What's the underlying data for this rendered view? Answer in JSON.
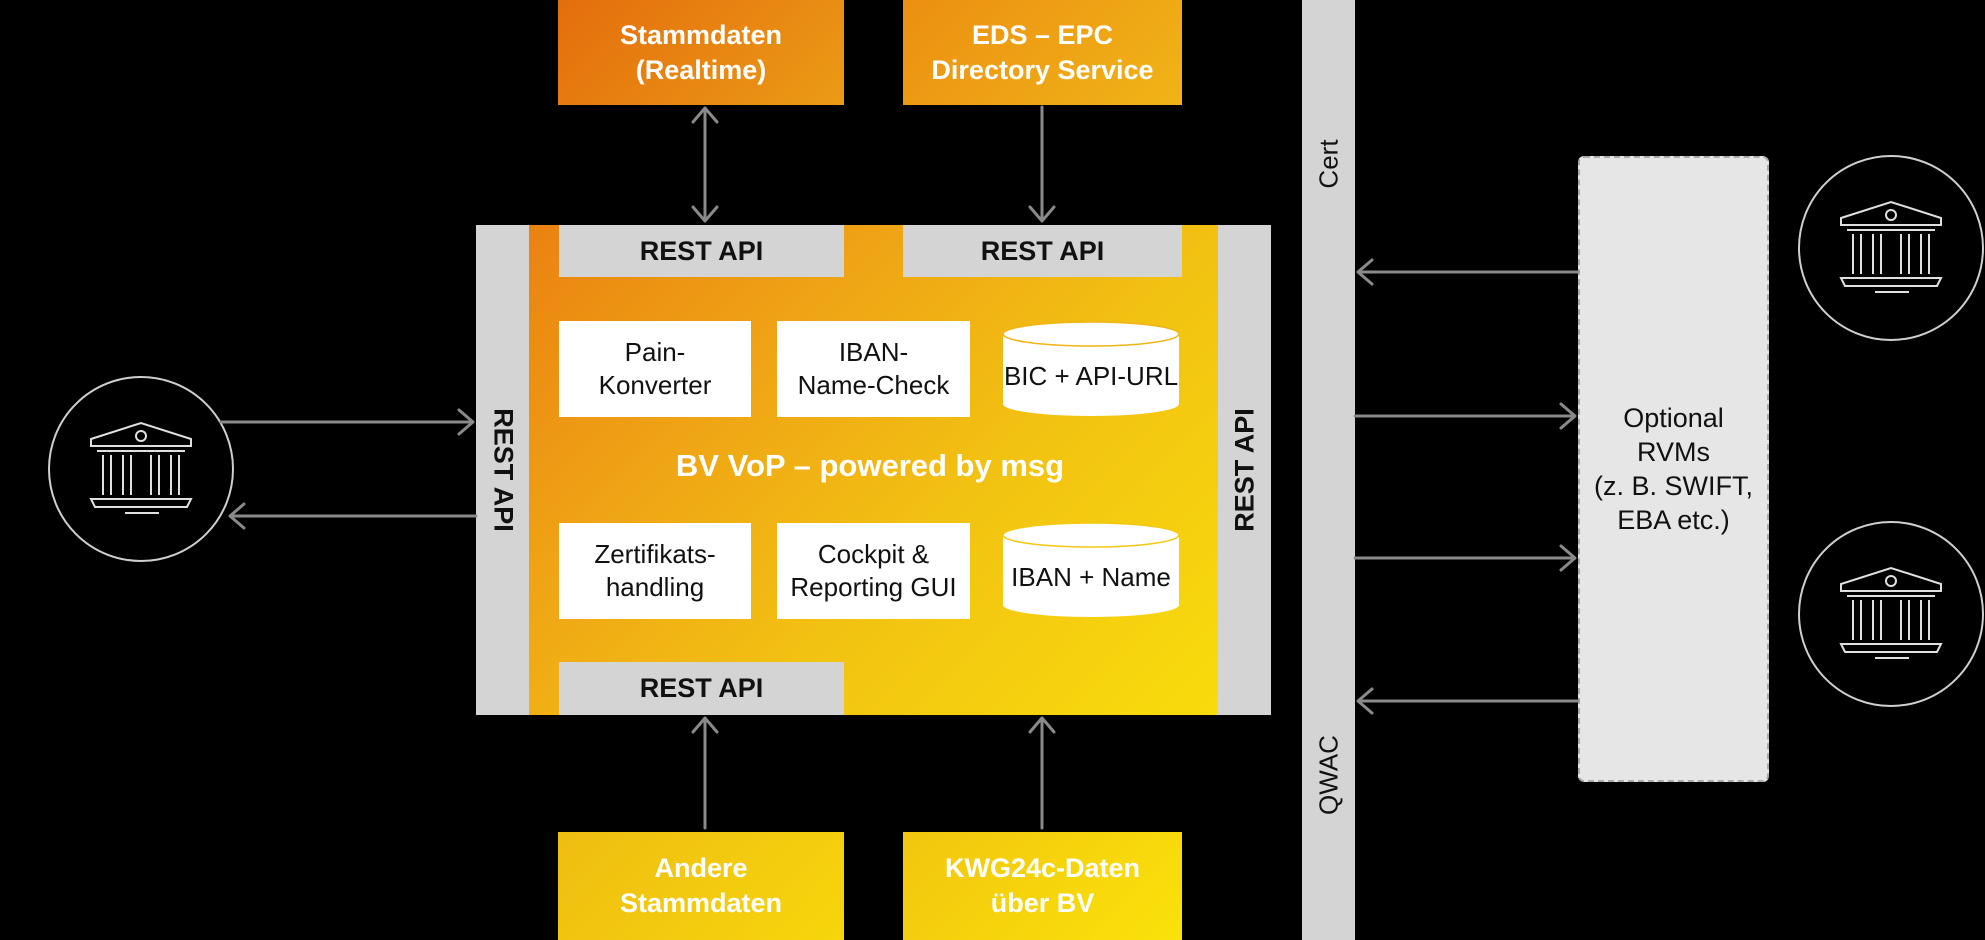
{
  "top_boxes": {
    "stammdaten": "Stammdaten\n(Realtime)",
    "eds": "EDS – EPC\nDirectory Service"
  },
  "bottom_boxes": {
    "andere": "Andere\nStammdaten",
    "kwg": "KWG24c-Daten\nüber BV"
  },
  "rest_api": {
    "top_left": "REST API",
    "top_right": "REST API",
    "bottom": "REST API",
    "left": "REST API",
    "right": "REST API"
  },
  "modules": {
    "pain": "Pain-\nKonverter",
    "iban_check": "IBAN-\nName-Check",
    "bic_db": "BIC + API-URL",
    "zert": "Zertifikats-\nhandling",
    "cockpit": "Cockpit &\nReporting GUI",
    "iban_db": "IBAN + Name"
  },
  "center_title": "BV VoP – powered by msg",
  "cert_bar": {
    "top_label": "Cert",
    "bottom_label": "QWAC"
  },
  "rvm_box": "Optional\nRVMs\n(z. B. SWIFT,\nEBA etc.)",
  "icons": [
    "bank-icon",
    "bank-icon",
    "bank-icon"
  ],
  "colors": {
    "orange": "#e8740f",
    "yellow": "#f5d10a",
    "grey": "#d4d4d4",
    "arrow": "#8a8a8a"
  }
}
